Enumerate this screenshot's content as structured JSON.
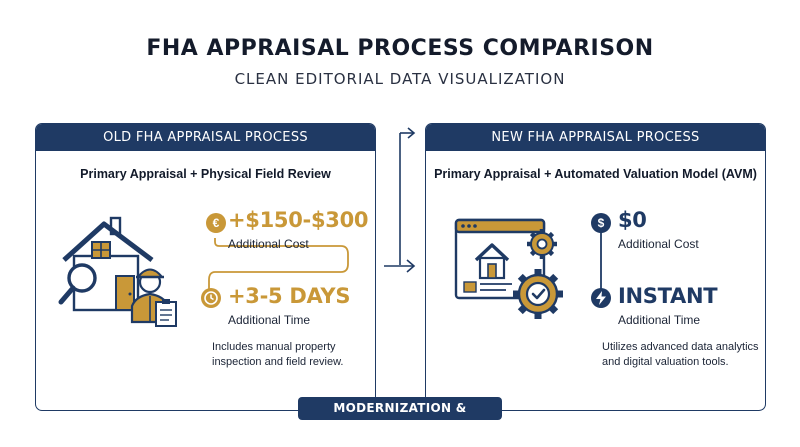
{
  "header": {
    "title": "FHA APPRAISAL PROCESS COMPARISON",
    "subtitle": "CLEAN EDITORIAL DATA VISUALIZATION"
  },
  "old_process": {
    "header": "OLD FHA APPRAISAL PROCESS",
    "subtitle": "Primary Appraisal + Physical Field Review",
    "cost_icon": "€",
    "cost_value": "+$150-$300",
    "cost_label": "Additional Cost",
    "time_value": "+3-5 DAYS",
    "time_label": "Additional Time",
    "note_line1": "Includes manual property",
    "note_line2": "inspection and field review."
  },
  "new_process": {
    "header": "NEW FHA APPRAISAL PROCESS",
    "subtitle": "Primary Appraisal + Automated Valuation Model (AVM)",
    "cost_icon": "$",
    "cost_value": "$0",
    "cost_label": "Additional Cost",
    "time_value": "INSTANT",
    "time_label": "Additional Time",
    "note_line1": "Utilizes advanced data analytics",
    "note_line2": "and digital valuation tools."
  },
  "footer": {
    "badge": "MODERNIZATION & EFFICIENCY"
  },
  "colors": {
    "navy": "#1f3a64",
    "gold": "#c99838"
  },
  "icons": [
    "house-inspector-icon",
    "euro-coin-icon",
    "clock-icon",
    "dollar-coin-icon",
    "lightning-icon",
    "browser-gear-icon",
    "arrow-right-icon"
  ]
}
